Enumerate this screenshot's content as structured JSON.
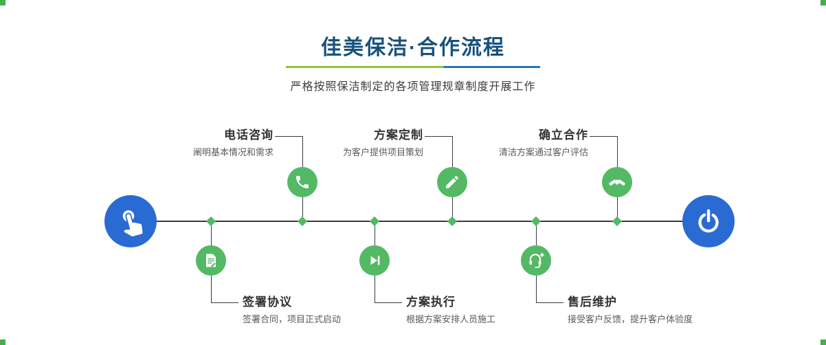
{
  "header": {
    "title": "佳美保洁·合作流程",
    "subtitle": "严格按照保洁制定的各项管理规章制度开展工作"
  },
  "colors": {
    "title_blue": "#17527c",
    "divider_green": "#8dc63f",
    "divider_blue": "#2a73b5",
    "terminal_blue": "#2a6ad3",
    "node_green": "#53b964",
    "line_dark": "#3a3a3a",
    "corner_marker_green": "#43b049"
  },
  "timeline": {
    "start_icon": "touch-hand-icon",
    "end_icon": "power-icon"
  },
  "steps_top": [
    {
      "title": "电话咨询",
      "desc": "阐明基本情况和需求",
      "icon": "phone-icon"
    },
    {
      "title": "方案定制",
      "desc": "为客户提供项目策划",
      "icon": "design-pencil-icon"
    },
    {
      "title": "确立合作",
      "desc": "清洁方案通过客户评估",
      "icon": "handshake-icon"
    }
  ],
  "steps_bottom": [
    {
      "title": "签署协议",
      "desc": "签署合同，项目正式启动",
      "icon": "contract-icon"
    },
    {
      "title": "方案执行",
      "desc": "根据方案安排人员施工",
      "icon": "play-icon"
    },
    {
      "title": "售后维护",
      "desc": "接受客户反馈，提升客户体验度",
      "icon": "headset-plus-icon"
    }
  ]
}
